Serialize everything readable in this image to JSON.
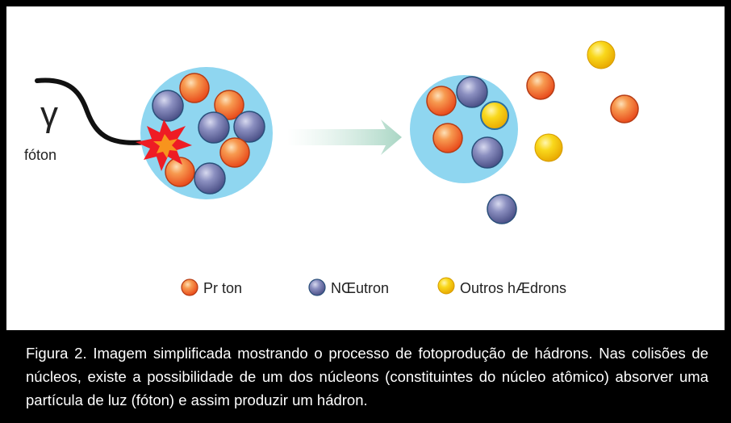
{
  "diagram": {
    "photon_symbol": "γ",
    "photon_label": "fóton",
    "legend": [
      {
        "label": "Pr ton",
        "color": "#f07a2e"
      },
      {
        "label": "NŒutron",
        "color": "#6a6fa6"
      },
      {
        "label": "Outros hÆdrons",
        "color": "#f2c500"
      }
    ]
  },
  "colors": {
    "nucleus": "#8fd6f0",
    "proton": "#f07a2e",
    "neutron": "#6a6fa6",
    "hadron": "#f2c500",
    "caption_bg": "#000000",
    "caption_text": "#ffffff"
  },
  "caption": "Figura 2. Imagem simplificada mostrando o processo de fotoprodução de hádrons. Nas colisões de núcleos, existe a possibilidade de um dos núcleons (constituintes do núcleo atômico) absorver uma partícula de luz (fóton) e assim produzir um hádron."
}
